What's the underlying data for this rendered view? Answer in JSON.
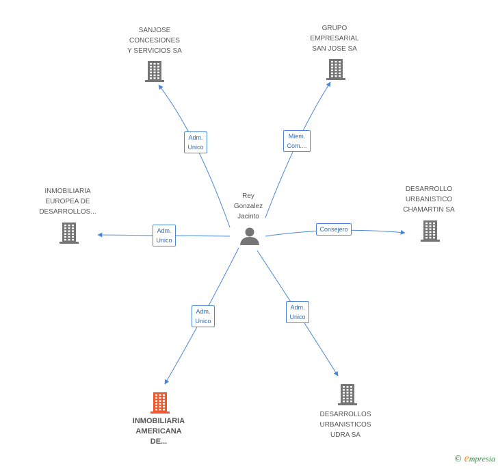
{
  "center": {
    "lines": [
      "Rey",
      "Gonzalez",
      "Jacinto"
    ],
    "icon": "person-icon"
  },
  "colors": {
    "edge": "#4a86d4",
    "building": "#757575",
    "building_highlight": "#f2582b",
    "text": "#555555",
    "brand_green": "#2e9a3e",
    "brand_orange": "#f08a1c"
  },
  "nodes": [
    {
      "id": "sanjose",
      "lines": [
        "SANJOSE",
        "CONCESIONES",
        "Y SERVICIOS SA"
      ],
      "icon": "building-icon"
    },
    {
      "id": "grupo",
      "lines": [
        "GRUPO",
        "EMPRESARIAL",
        "SAN JOSE SA"
      ],
      "icon": "building-icon"
    },
    {
      "id": "europea",
      "lines": [
        "INMOBILIARIA",
        "EUROPEA DE",
        "DESARROLLOS..."
      ],
      "icon": "building-icon"
    },
    {
      "id": "chamartin",
      "lines": [
        "DESARROLLO",
        "URBANISTICO",
        "CHAMARTIN SA"
      ],
      "icon": "building-icon"
    },
    {
      "id": "americana",
      "lines": [
        "INMOBILIARIA",
        "AMERICANA",
        "DE..."
      ],
      "icon": "building-icon",
      "highlight": true
    },
    {
      "id": "udra",
      "lines": [
        "DESARROLLOS",
        "URBANISTICOS",
        "UDRA SA"
      ],
      "icon": "building-icon"
    }
  ],
  "edges": [
    {
      "to": "sanjose",
      "lines": [
        "Adm.",
        "Unico"
      ]
    },
    {
      "to": "grupo",
      "lines": [
        "Miem.",
        "Com...."
      ]
    },
    {
      "to": "europea",
      "lines": [
        "Adm.",
        "Unico"
      ]
    },
    {
      "to": "chamartin",
      "lines": [
        "Consejero"
      ]
    },
    {
      "to": "americana",
      "lines": [
        "Adm.",
        "Unico"
      ]
    },
    {
      "to": "udra",
      "lines": [
        "Adm.",
        "Unico"
      ]
    }
  ],
  "footer": {
    "copyright": "©",
    "brand_initial": "e",
    "brand_rest": "mpresia"
  }
}
